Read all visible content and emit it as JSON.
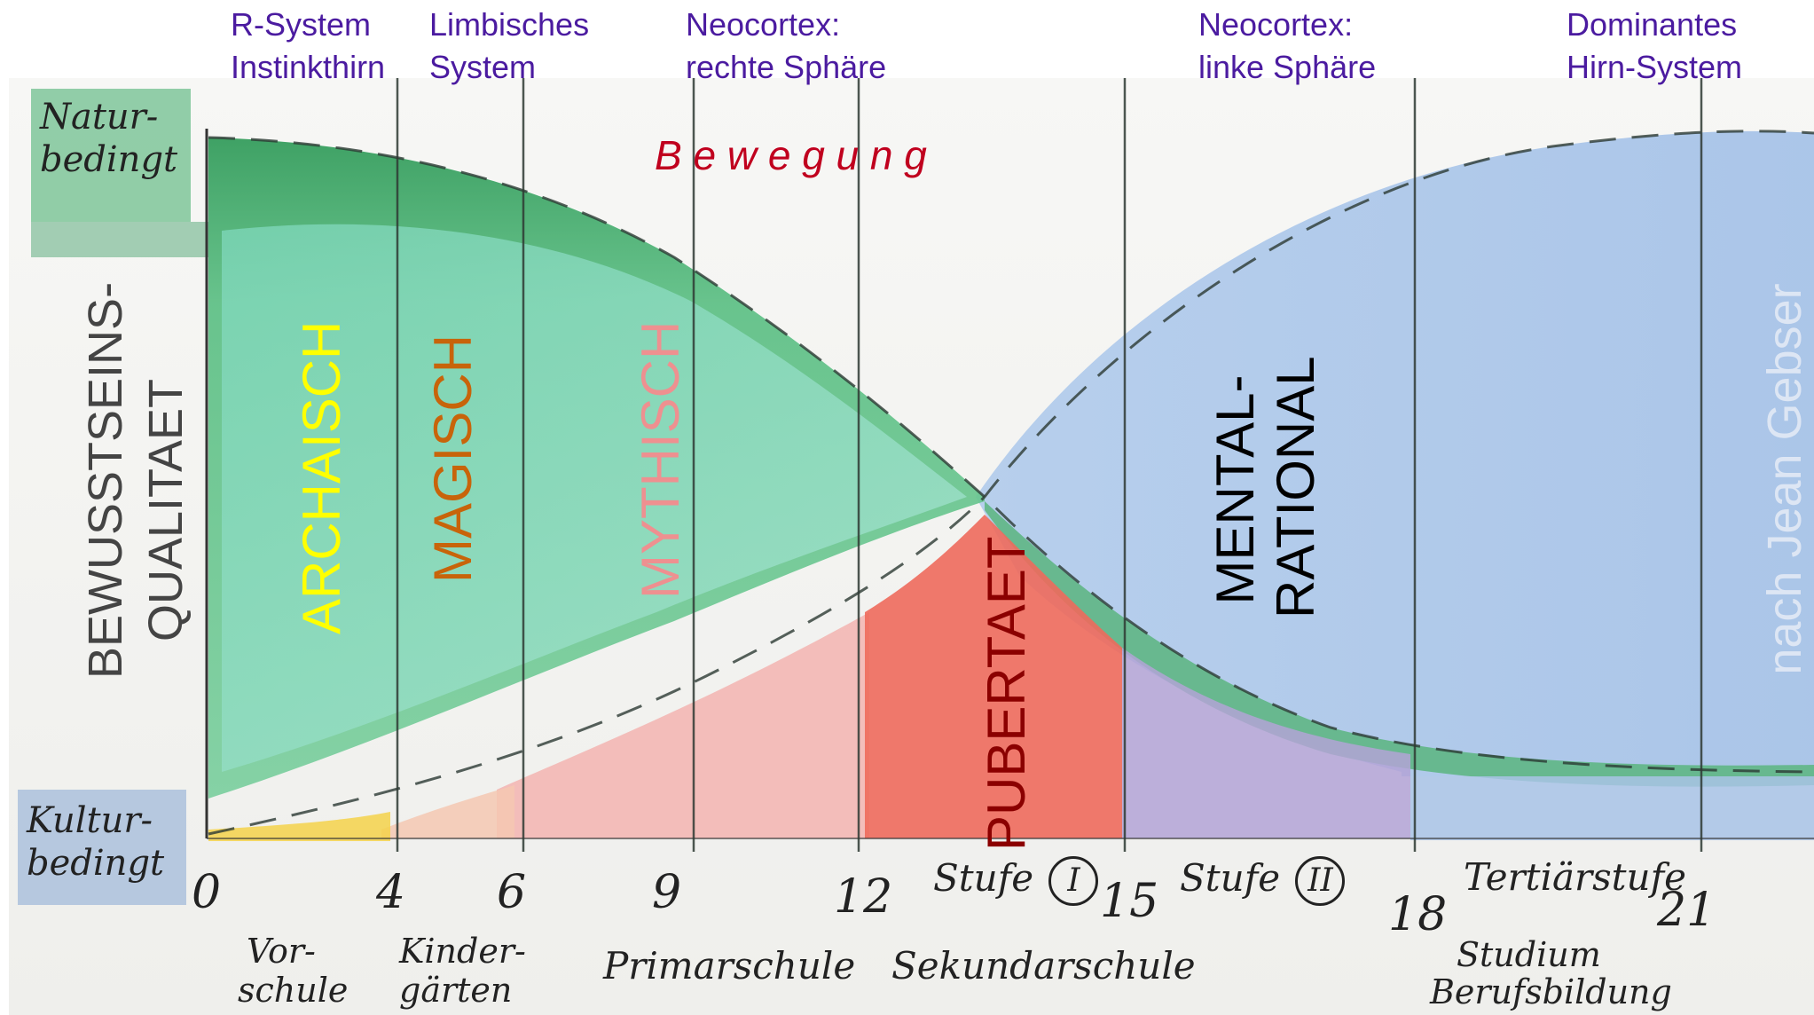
{
  "header": {
    "col1": [
      "R-System",
      "Instinkthirn"
    ],
    "col2": [
      "Limbisches",
      "System"
    ],
    "col3": [
      "Neocortex:",
      "rechte Sphäre"
    ],
    "col4": [
      "Neocortex:",
      "linke Sphäre"
    ],
    "col5": [
      "Dominantes",
      "Hirn-System"
    ]
  },
  "movement_label": "B e w e g u n g",
  "y_axis": {
    "top_label": [
      "Natur-",
      "bedingt"
    ],
    "bottom_label": [
      "Kultur-",
      "bedingt"
    ],
    "title": [
      "BEWUSSTSEINS-",
      "QUALITAET"
    ]
  },
  "stages": {
    "archaisch": "ARCHAISCH",
    "magisch": "MAGISCH",
    "mythisch": "MYTHISCH",
    "pubertaet": "PUBERTAET",
    "mental_rational": [
      "MENTAL-",
      "RATIONAL"
    ]
  },
  "attribution": "nach Jean Gebser",
  "x_ticks": [
    "0",
    "4",
    "6",
    "9",
    "12",
    "15",
    "18",
    "21"
  ],
  "stufe": {
    "label": "Stufe",
    "stufe1": "I",
    "stufe2": "II"
  },
  "tertiaer": "Tertiärstufe",
  "schools": {
    "vorschule": [
      "Vor-",
      "schule"
    ],
    "kindergarten": [
      "Kinder-",
      "gärten"
    ],
    "primarschule": "Primarschule",
    "sekundarschule": "Sekundarschule",
    "studium": [
      "Studium",
      "Berufsbildung"
    ]
  },
  "colors": {
    "header_text": "#4b1ba0",
    "bewegung": "#c0001e",
    "green_wash": "#3fae6b",
    "teal_wash": "#8fdcc4",
    "blue_wash": "#a9c6ea",
    "pink_wash": "#f2b3b3",
    "red_wash": "#ee6a5c",
    "purple_wash": "#b3a3d6",
    "archaisch": "#ffff00",
    "magisch": "#c8640a",
    "mythisch": "#ee9090",
    "pubertaet": "#8b0000",
    "mental": "#000000",
    "attribution": "#dde6f4"
  }
}
